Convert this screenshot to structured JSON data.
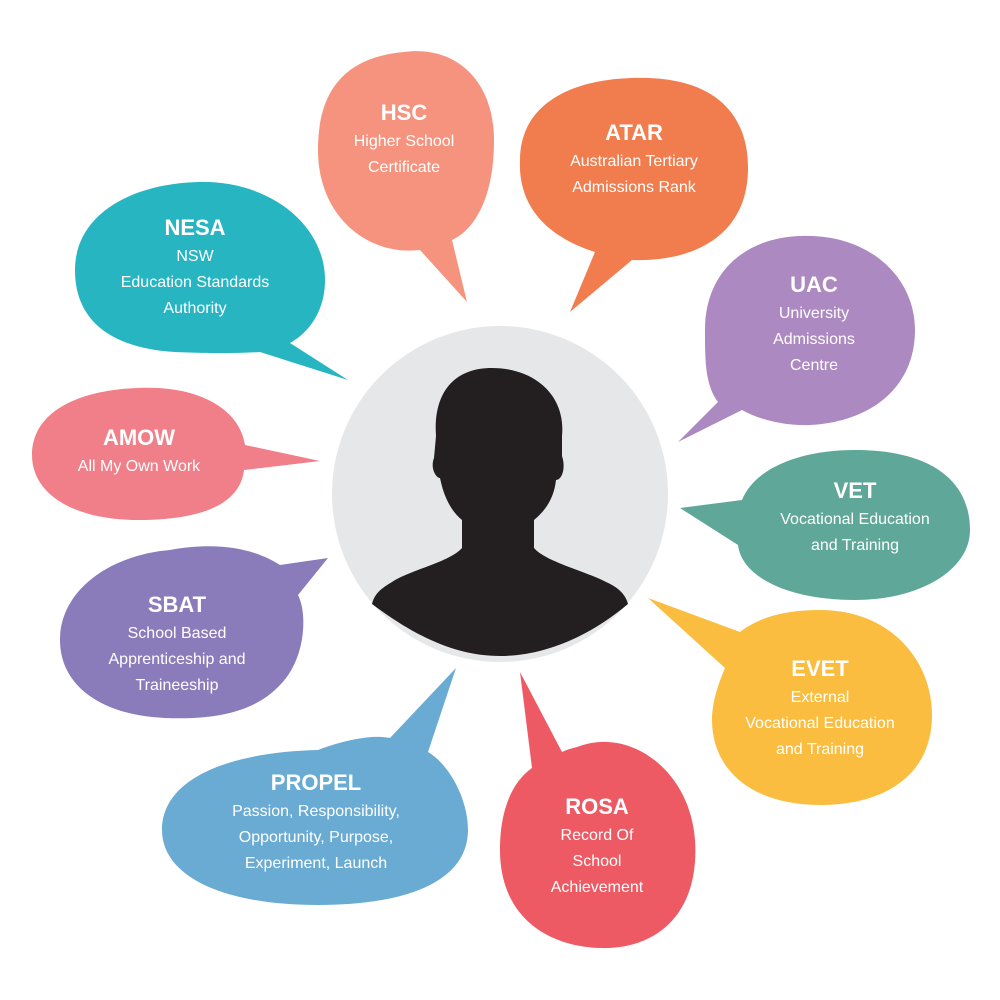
{
  "center": {
    "circle_color": "#e6e7e8",
    "figure_color": "#231f20",
    "icon": "person-silhouette-icon"
  },
  "bubbles": [
    {
      "id": "hsc",
      "abbr": "HSC",
      "lines": [
        "Higher School",
        "Certificate"
      ],
      "color": "#f6937e"
    },
    {
      "id": "atar",
      "abbr": "ATAR",
      "lines": [
        "Australian Tertiary",
        "Admissions Rank"
      ],
      "color": "#f17c4d"
    },
    {
      "id": "uac",
      "abbr": "UAC",
      "lines": [
        "University",
        "Admissions",
        "Centre"
      ],
      "color": "#ad89c1"
    },
    {
      "id": "vet",
      "abbr": "VET",
      "lines": [
        "Vocational Education",
        "and Training"
      ],
      "color": "#5fa899"
    },
    {
      "id": "evet",
      "abbr": "EVET",
      "lines": [
        "External",
        "Vocational Education",
        "and Training"
      ],
      "color": "#fbbd3f"
    },
    {
      "id": "rosa",
      "abbr": "ROSA",
      "lines": [
        "Record Of",
        "School",
        "Achievement"
      ],
      "color": "#ee5a64"
    },
    {
      "id": "propel",
      "abbr": "PROPEL",
      "lines": [
        "Passion, Responsibility,",
        "Opportunity, Purpose,",
        "Experiment, Launch"
      ],
      "color": "#6aabd3"
    },
    {
      "id": "sbat",
      "abbr": "SBAT",
      "lines": [
        "School Based",
        "Apprenticeship and",
        "Traineeship"
      ],
      "color": "#8a7bba"
    },
    {
      "id": "amow",
      "abbr": "AMOW",
      "lines": [
        "All My Own Work"
      ],
      "color": "#f07f8a"
    },
    {
      "id": "nesa",
      "abbr": "NESA",
      "lines": [
        "NSW",
        "Education Standards",
        "Authority"
      ],
      "color": "#27b5c2"
    }
  ]
}
